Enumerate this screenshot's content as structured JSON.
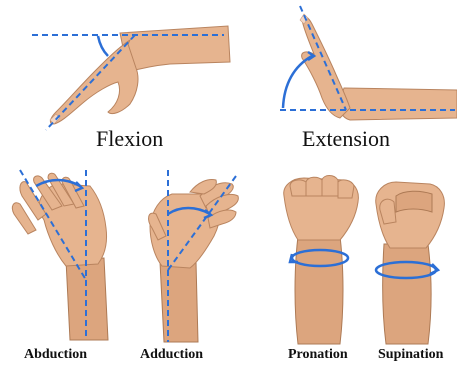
{
  "labels": {
    "flexion": "Flexion",
    "extension": "Extension",
    "abduction": "Abduction",
    "adduction": "Adduction",
    "pronation": "Pronation",
    "supination": "Supination"
  },
  "colors": {
    "guide": "#2c6fd6",
    "skin": "#e6b48f",
    "skin_shadow": "#dca57e",
    "text": "#111111"
  },
  "icons": [
    "flexion-hand",
    "extension-hand",
    "abduction-hand",
    "adduction-hand",
    "pronation-fist",
    "supination-fist"
  ]
}
